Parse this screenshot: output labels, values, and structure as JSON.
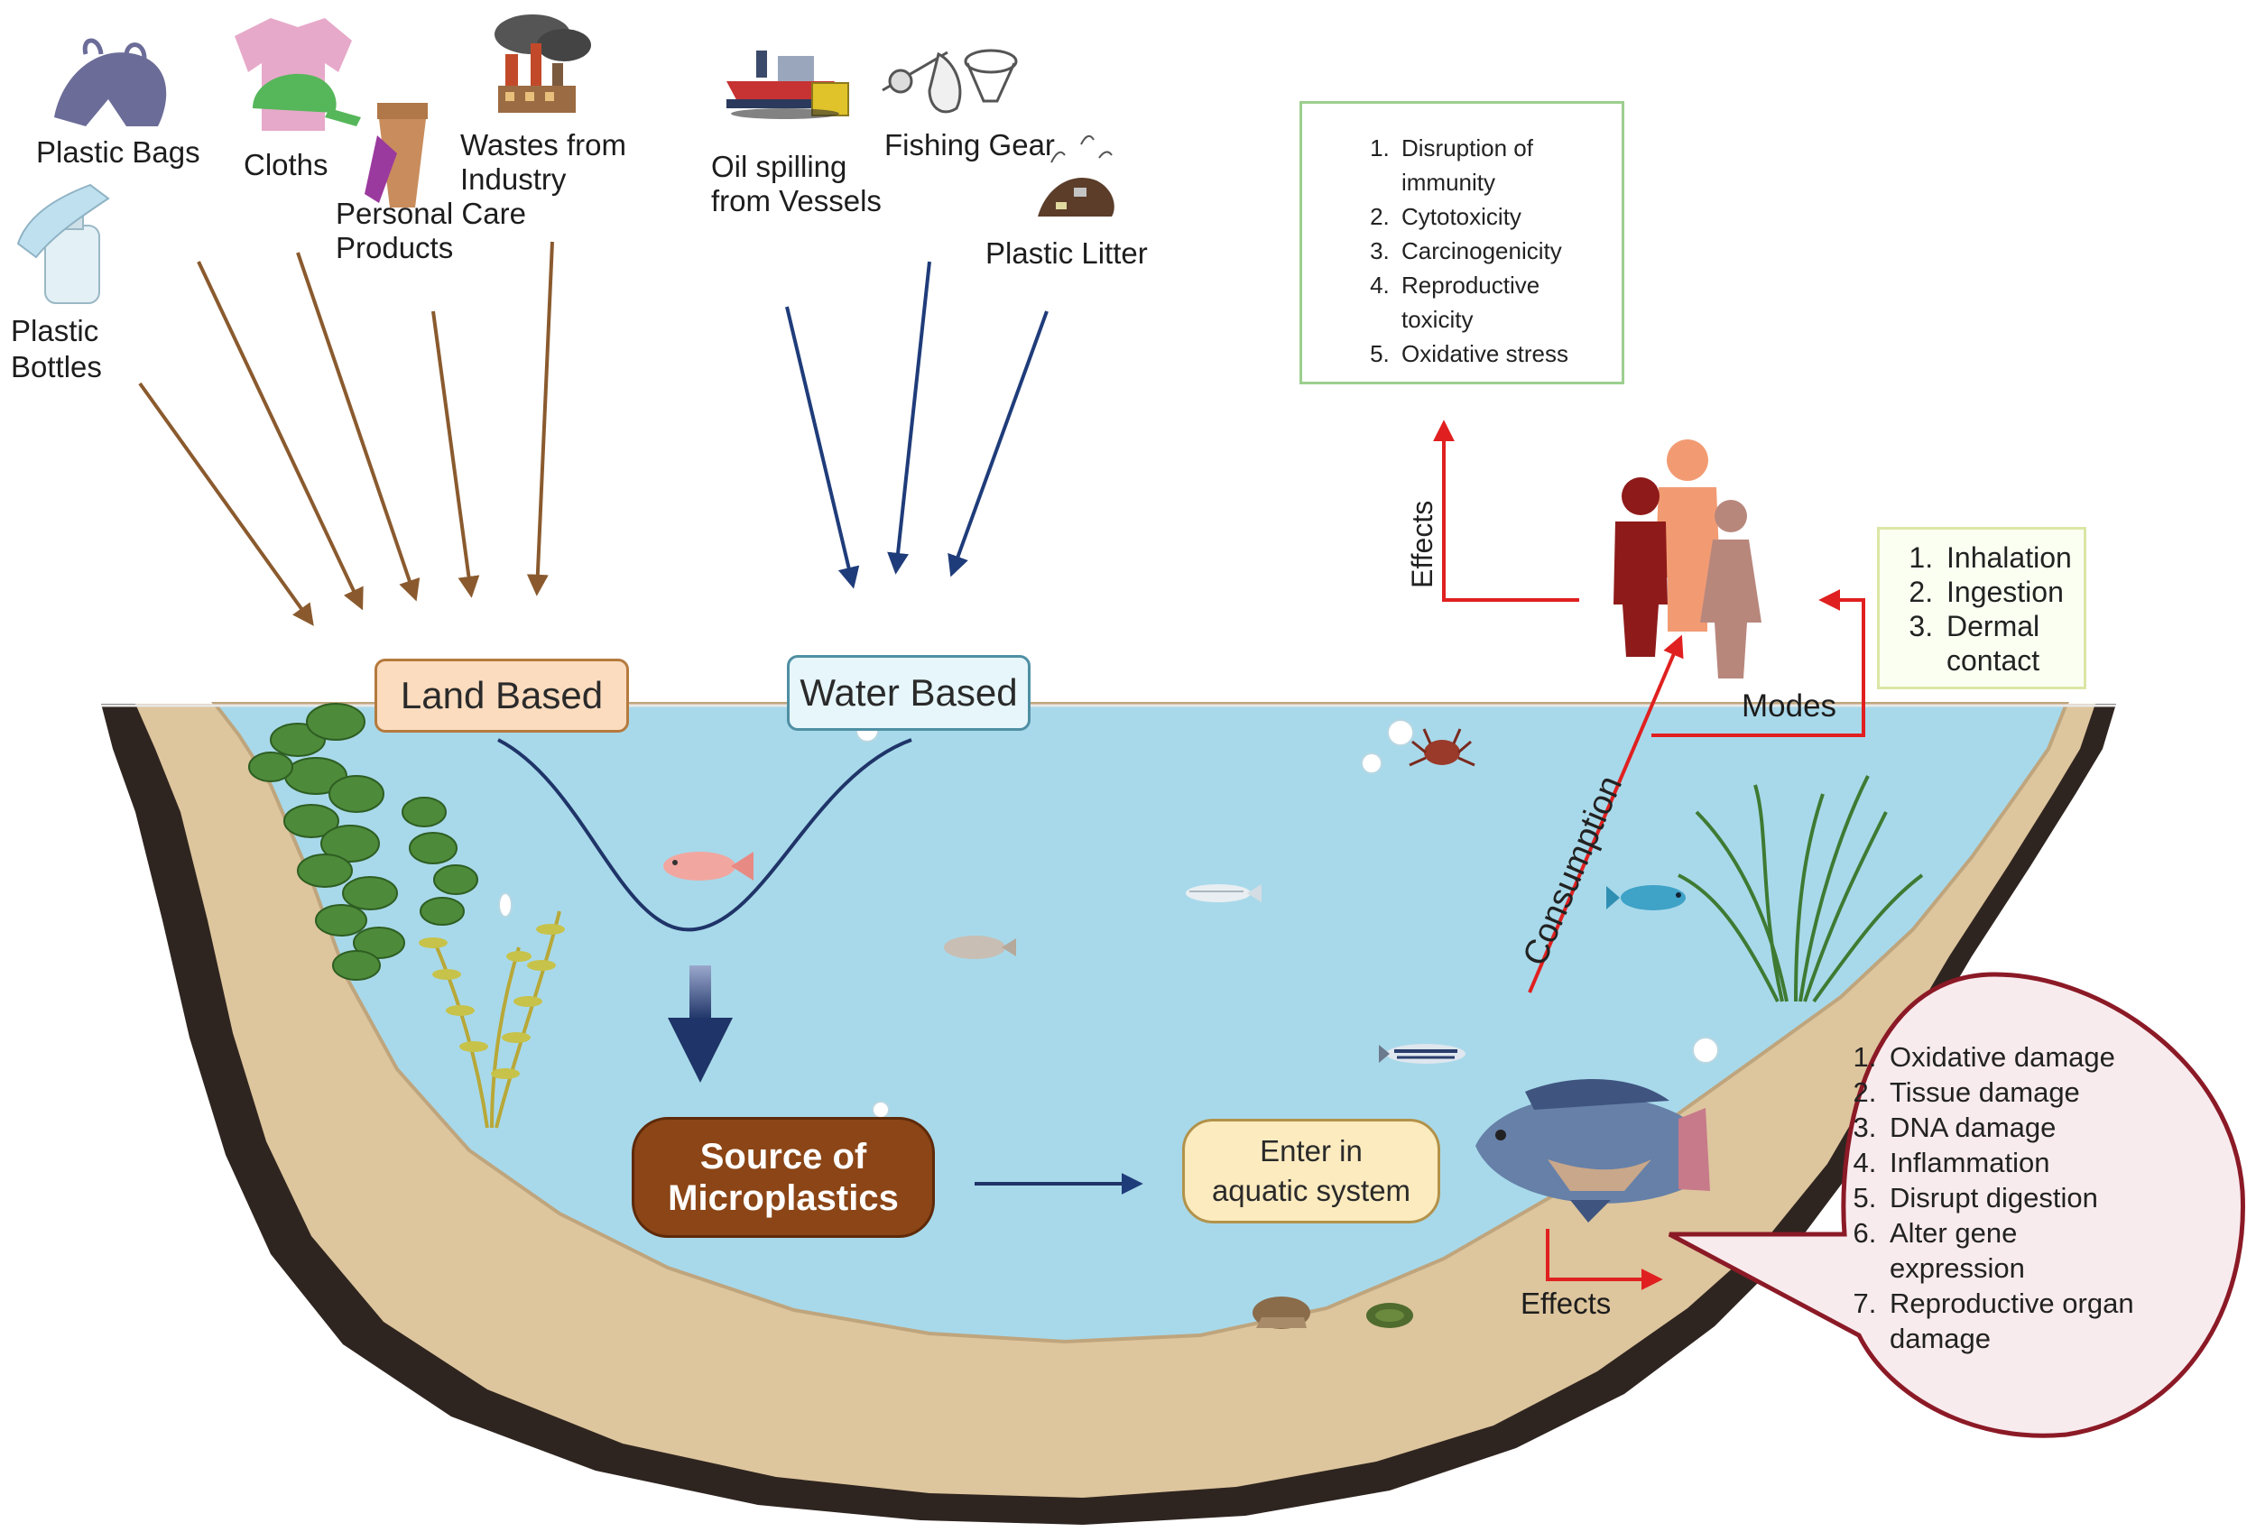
{
  "sources": {
    "land": [
      {
        "name": "plastic-bags",
        "label": "Plastic Bags"
      },
      {
        "name": "cloths",
        "label": "Cloths"
      },
      {
        "name": "personal-care",
        "label": "Personal Care Products"
      },
      {
        "name": "industry-waste",
        "label": "Wastes from Industry"
      },
      {
        "name": "plastic-bottles",
        "label": "Plastic Bottles"
      }
    ],
    "water": [
      {
        "name": "oil-spill",
        "label": "Oil spilling from Vessels"
      },
      {
        "name": "fishing-gear",
        "label": "Fishing Gear"
      },
      {
        "name": "plastic-litter",
        "label": "Plastic Litter"
      }
    ]
  },
  "labels": {
    "plastic_bags": "Plastic Bags",
    "cloths": "Cloths",
    "personal_care_1": "Personal Care",
    "personal_care_2": "Products",
    "industry_1": "Wastes from",
    "industry_2": "Industry",
    "bottles_1": "Plastic",
    "bottles_2": "Bottles",
    "oil_1": "Oil spilling",
    "oil_2": "from Vessels",
    "fishing_gear": "Fishing Gear",
    "plastic_litter": "Plastic Litter"
  },
  "categories": {
    "land_based": "Land Based",
    "water_based": "Water Based"
  },
  "flow": {
    "source_1": "Source of",
    "source_2": "Microplastics",
    "enter_1": "Enter in",
    "enter_2": "aquatic system"
  },
  "human_effects": {
    "axis_label": "Effects",
    "items": [
      "Disruption of immunity",
      "Cytotoxicity",
      "Carcinogenicity",
      "Reproductive toxicity",
      "Oxidative stress"
    ]
  },
  "modes": {
    "label": "Modes",
    "items": [
      "Inhalation",
      "Ingestion",
      "Dermal contact"
    ]
  },
  "consumption_label": "Consumption",
  "fish_effects": {
    "label": "Effects",
    "items": [
      "Oxidative damage",
      "Tissue damage",
      "DNA damage",
      "Inflammation",
      "Disrupt digestion",
      "Alter gene expression",
      "Reproductive organ damage"
    ]
  },
  "colors": {
    "land_arrow": "#8a5a2e",
    "water_arrow": "#1f3c7a",
    "effect_arrow": "#e02020",
    "water": "#a8d9ea",
    "sand": "#ddc59d",
    "soil": "#2f2520",
    "source_box": "#8b4516"
  }
}
